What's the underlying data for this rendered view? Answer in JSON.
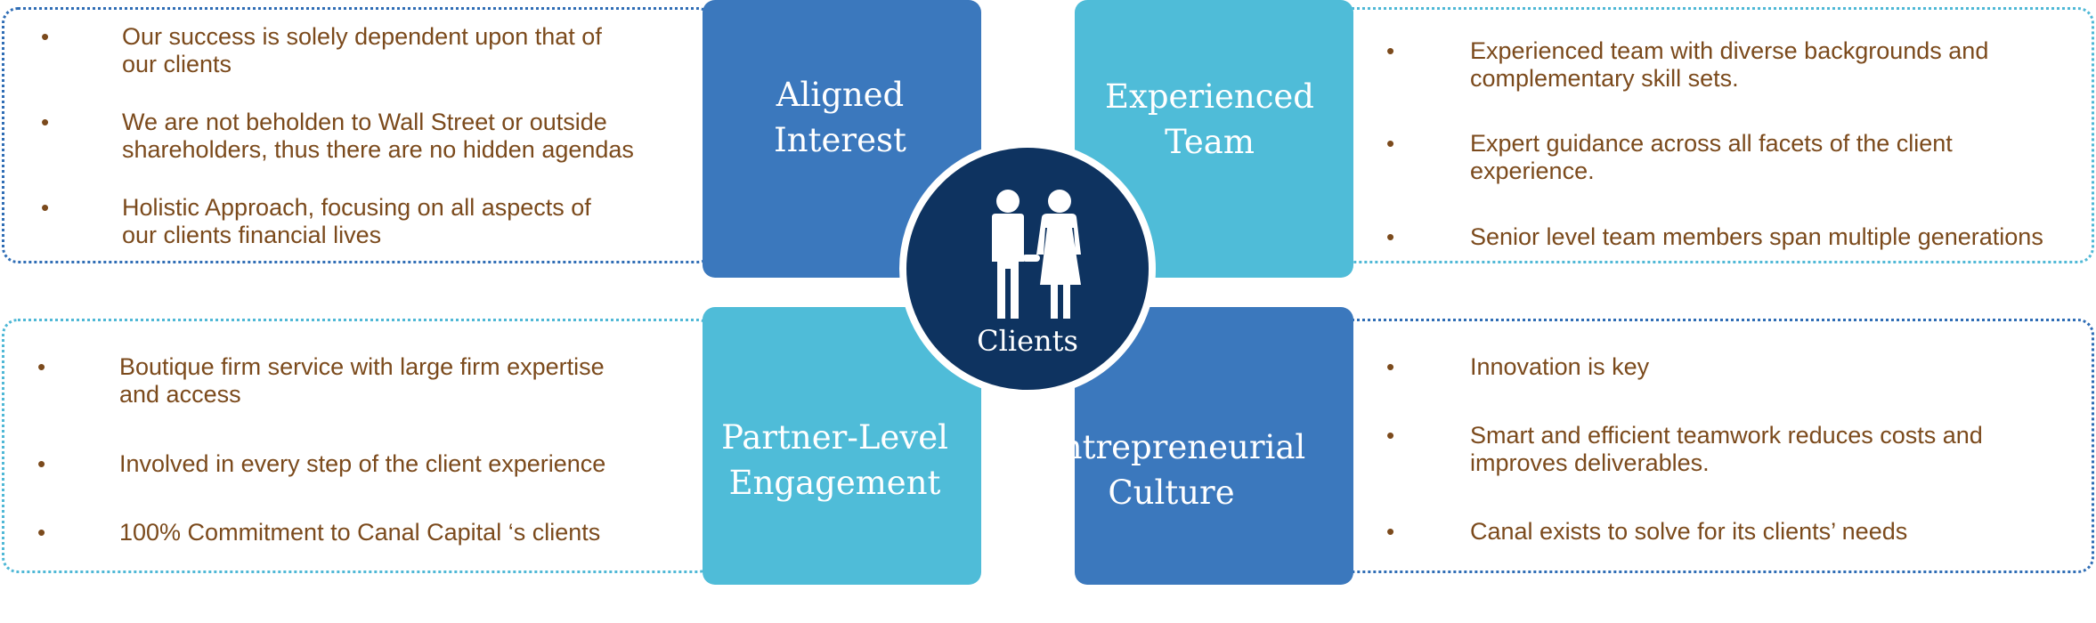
{
  "center": {
    "label": "Clients",
    "icon": "couple-icon"
  },
  "quadrants": {
    "top_left": {
      "title": "Aligned\nInterest",
      "bullets": [
        {
          "line1": "Our success is solely dependent upon that of",
          "line2": "our clients"
        },
        {
          "line1": "We are not beholden to Wall Street or outside",
          "line2": "shareholders, thus there are no hidden agendas"
        },
        {
          "line1": "Holistic Approach, focusing on all aspects of",
          "line2": "our clients financial lives"
        }
      ]
    },
    "top_right": {
      "title": "Experienced\nTeam",
      "bullets": [
        {
          "line1": "Experienced team with diverse backgrounds and",
          "line2": "complementary skill sets."
        },
        {
          "line1": "Expert guidance across all facets of the client",
          "line2": "experience."
        },
        {
          "line1": "Senior level team members span multiple generations",
          "line2": ""
        }
      ]
    },
    "bottom_left": {
      "title": "Partner-Level\nEngagement",
      "bullets": [
        {
          "line1": "Boutique firm service with large firm expertise",
          "line2": "and access"
        },
        {
          "line1": "Involved in every step of the client experience",
          "line2": ""
        },
        {
          "line1": "100% Commitment to Canal Capital ‘s clients",
          "line2": ""
        }
      ]
    },
    "bottom_right": {
      "title": "Entrepreneurial\nCulture",
      "bullets": [
        {
          "line1": "Innovation is key",
          "line2": ""
        },
        {
          "line1": "Smart and efficient teamwork reduces costs and",
          "line2": "improves deliverables."
        },
        {
          "line1": "Canal exists to solve for its clients’ needs",
          "line2": ""
        }
      ]
    }
  },
  "bullet_char": "•",
  "colors": {
    "dark_box": "#3b78bd",
    "light_box": "#4fbcd8",
    "hub": "#0e3360",
    "text": "#7b4a1c",
    "dotted_dark": "#2f6db5",
    "dotted_light": "#4fb8d6"
  }
}
